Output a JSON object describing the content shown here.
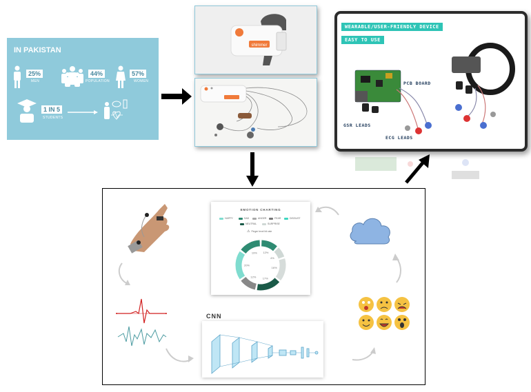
{
  "pakistan": {
    "title": "IN PAKISTAN",
    "stats": [
      {
        "value": "25%",
        "caption": "MEN"
      },
      {
        "value": "44%",
        "caption": "POPULATION"
      },
      {
        "value": "57%",
        "caption": "WOMEN"
      }
    ],
    "students": {
      "value": "1 IN 5",
      "caption": "STUDENTS"
    }
  },
  "shimmer": {
    "logo_text": "shimmer"
  },
  "device": {
    "title": "WEARABLE/USER-FRIENDLY DEVICE",
    "subtitle": "EASY TO USE",
    "pcb_label": "PCB BOARD",
    "gsr_label": "GSR LEADS",
    "ecg_label": "ECG LEADS"
  },
  "emotion_chart": {
    "title": "EMOTION CHARTING",
    "legend": [
      {
        "label": "HAPPY",
        "color": "#7fdccf"
      },
      {
        "label": "SAD",
        "color": "#2e8b72"
      },
      {
        "label": "ANGER",
        "color": "#a8a8a8"
      },
      {
        "label": "FEAR",
        "color": "#777777"
      },
      {
        "label": "DISGUST",
        "color": "#3fd6c0"
      },
      {
        "label": "NEUTRAL",
        "color": "#1a5a48"
      },
      {
        "label": "SURPRISE",
        "color": "#cfd8d5"
      }
    ],
    "note": "Finger level hit rate",
    "segments": [
      {
        "label": "12%",
        "value": 12,
        "color": "#2e8b72"
      },
      {
        "label": "4%",
        "value": 8,
        "color": "#cfd8d5"
      },
      {
        "label": "16%",
        "value": 16,
        "color": "#d6dcda"
      },
      {
        "label": "17%",
        "value": 17,
        "color": "#1a5a48"
      },
      {
        "label": "12%",
        "value": 12,
        "color": "#888888"
      },
      {
        "label": "20%",
        "value": 20,
        "color": "#7fdccf"
      },
      {
        "label": "19%",
        "value": 15,
        "color": "#2e8b72"
      }
    ]
  },
  "cnn": {
    "label": "CNN"
  },
  "colors": {
    "infographic_bg": "#8fcadb",
    "teal_tag": "#2ec4b6",
    "cloud": "#8eb4e3",
    "ecg_red": "#d11f1f",
    "gsr_teal": "#4a9aa0"
  }
}
